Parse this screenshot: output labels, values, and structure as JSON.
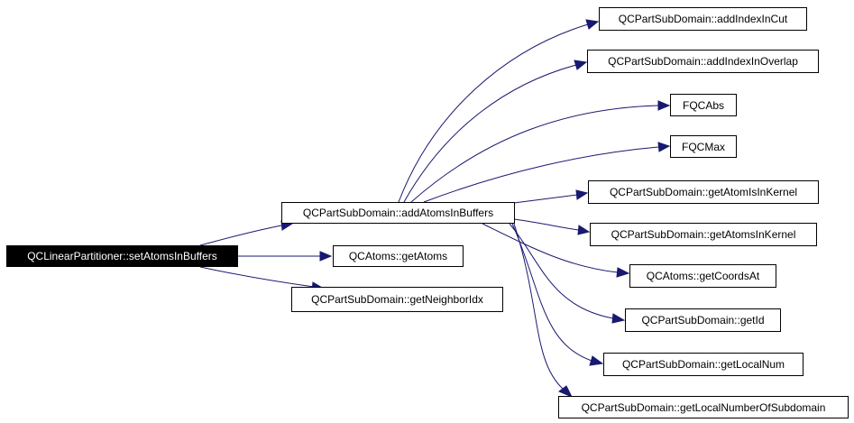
{
  "graph": {
    "colors": {
      "edge": "#191970",
      "root_fill": "#000000",
      "root_text": "#ffffff",
      "node_border": "#000000"
    },
    "nodes": {
      "root": "QCLinearPartitioner::setAtomsInBuffers",
      "addAtomsInBuffers": "QCPartSubDomain::addAtomsInBuffers",
      "getAtoms": "QCAtoms::getAtoms",
      "getNeighborIdx": "QCPartSubDomain::getNeighborIdx",
      "addIndexInCut": "QCPartSubDomain::addIndexInCut",
      "addIndexInOverlap": "QCPartSubDomain::addIndexInOverlap",
      "fqcAbs": "FQCAbs",
      "fqcMax": "FQCMax",
      "getAtomIsInKernel": "QCPartSubDomain::getAtomIsInKernel",
      "getAtomsInKernel": "QCPartSubDomain::getAtomsInKernel",
      "getCoordsAt": "QCAtoms::getCoordsAt",
      "getId": "QCPartSubDomain::getId",
      "getLocalNum": "QCPartSubDomain::getLocalNum",
      "getLocalNumberOfSubdomain": "QCPartSubDomain::getLocalNumberOfSubdomain"
    }
  }
}
